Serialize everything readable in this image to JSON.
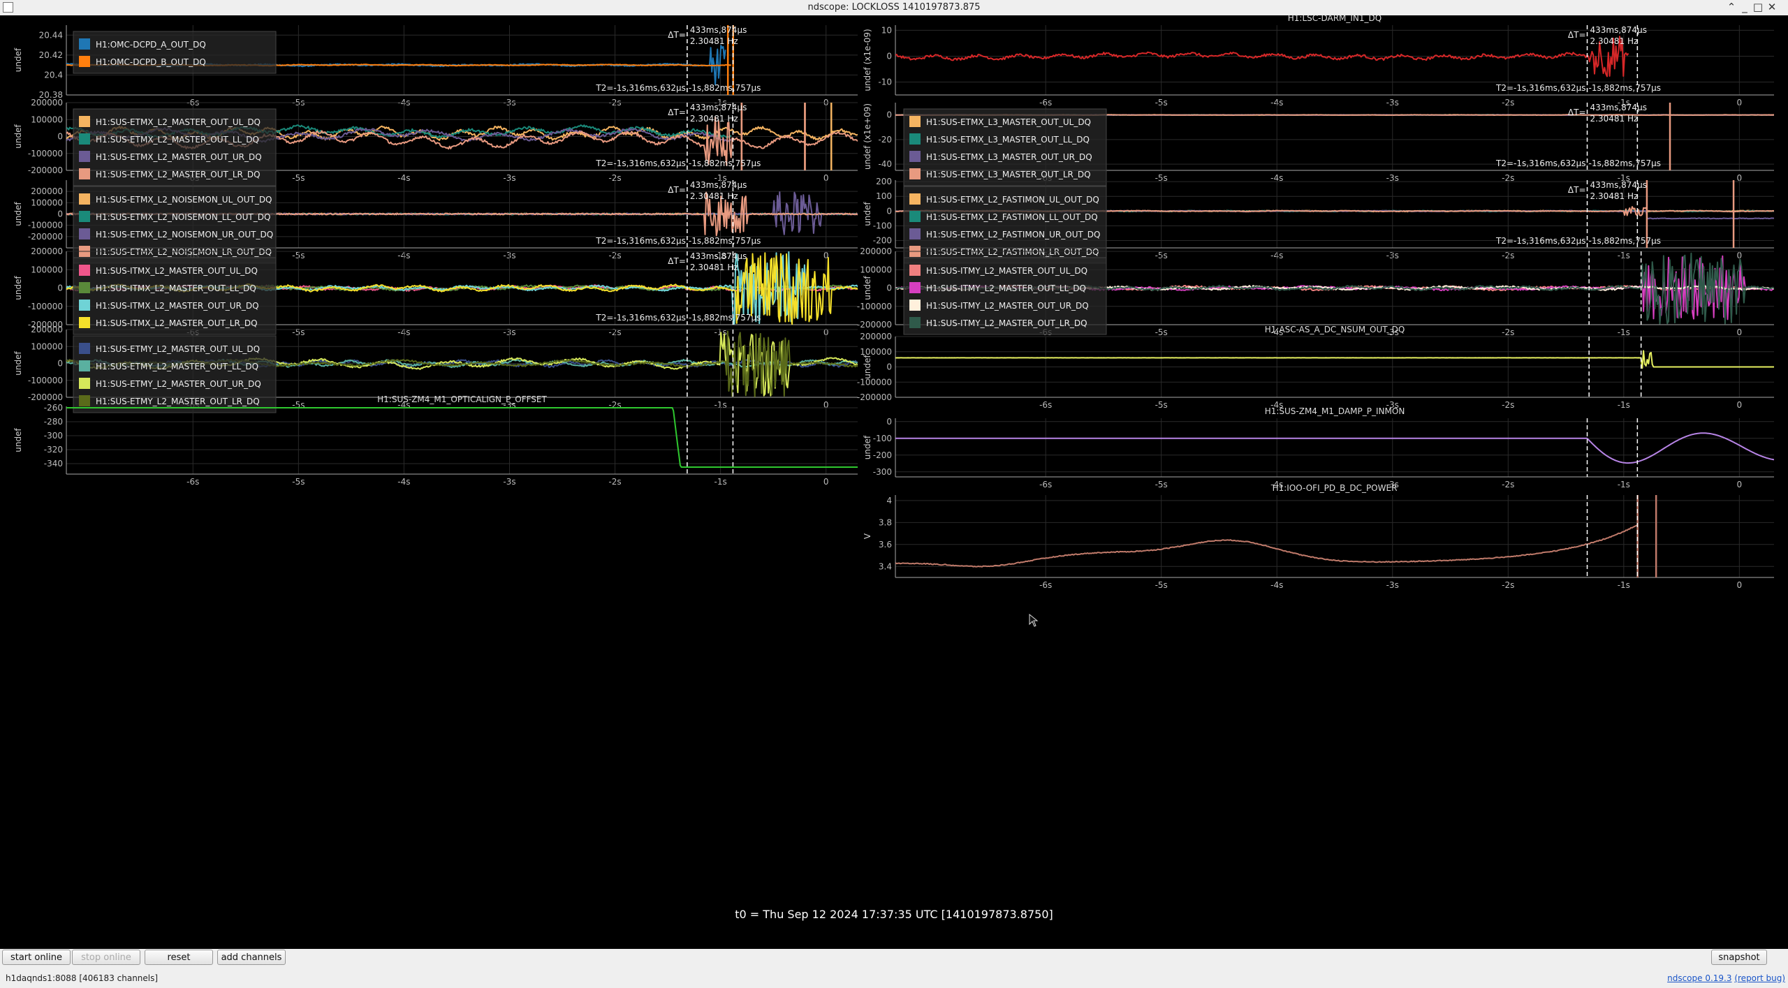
{
  "window": {
    "title": "ndscope: LOCKLOSS 1410197873.875"
  },
  "t0_label": "t0 = Thu Sep 12 2024 17:37:35 UTC [1410197873.8750]",
  "buttons": {
    "start_online": "start online",
    "stop_online": "stop online",
    "reset": "reset",
    "add_channels": "add channels",
    "snapshot": "snapshot"
  },
  "status": {
    "server": "h1daqnds1:8088  [406183 channels]",
    "version_link": "ndscope 0.19.3",
    "report_bug": "(report bug)"
  },
  "colors": {
    "background": "#000000",
    "grid": "#2a2a2a",
    "axis": "#aaaaaa",
    "cursor": "#ffffff"
  },
  "cursor": {
    "dt_label": "ΔT=",
    "dt_time": "433ms,874µs",
    "dt_freq": "2.30481 Hz",
    "t2_label": "T2=-1s,316ms,632µs",
    "t2_tail": "-1s,882ms,757µs"
  },
  "chart_data": [
    {
      "id": "p1",
      "type": "line",
      "title": "",
      "ylabel": "undef",
      "xlim": [
        -7.2,
        0.3
      ],
      "ylim": [
        20.38,
        20.45
      ],
      "yticks": [
        "20.44",
        "20.42",
        "20.4",
        "20.38"
      ],
      "yvals": [
        20.44,
        20.42,
        20.4,
        20.38
      ],
      "xticks": [
        "-6s",
        "-5s",
        "-4s",
        "-3s",
        "-2s",
        "-1s",
        "0"
      ],
      "xvals": [
        -6,
        -5,
        -4,
        -3,
        -2,
        -1,
        0
      ],
      "cursors": [
        -1.316,
        -0.882
      ],
      "cursor_text": "full",
      "series": [
        {
          "name": "H1:OMC-DCPD_A_OUT_DQ",
          "color": "#1f77b4",
          "level": 20.41,
          "amp": 0.0008,
          "noise": 0.0006,
          "end": -0.95,
          "burst": [
            -1.1,
            -0.95,
            0.02
          ]
        },
        {
          "name": "H1:OMC-DCPD_B_OUT_DQ",
          "color": "#ff7f0e",
          "level": 20.41,
          "amp": 0.0004,
          "noise": 0.0003,
          "end": -0.9,
          "spikes": [
            -0.93,
            -0.88
          ]
        }
      ]
    },
    {
      "id": "p2",
      "type": "line",
      "title": "H1:LSC-DARM_IN1_DQ",
      "ylabel": "undef (x1e-09)",
      "xlim": [
        -7.3,
        0.3
      ],
      "ylim": [
        -15,
        12
      ],
      "yticks": [
        "10",
        "0",
        "-10"
      ],
      "yvals": [
        10,
        0,
        -10
      ],
      "xticks": [
        "-6s",
        "-5s",
        "-4s",
        "-3s",
        "-2s",
        "-1s",
        "0"
      ],
      "xvals": [
        -6,
        -5,
        -4,
        -3,
        -2,
        -1,
        0
      ],
      "cursors": [
        -1.316,
        -0.882
      ],
      "cursor_text": "full",
      "series": [
        {
          "name": "",
          "color": "#d62728",
          "level": 0,
          "amp": 1,
          "noise": 0.5,
          "end": -0.95,
          "burst": [
            -1.3,
            -0.95,
            8
          ]
        }
      ]
    },
    {
      "id": "p3",
      "type": "line",
      "title": "",
      "ylabel": "undef",
      "xlim": [
        -7.2,
        0.3
      ],
      "ylim": [
        -200000,
        200000
      ],
      "yticks": [
        "200000",
        "100000",
        "0",
        "-100000",
        "-200000"
      ],
      "yvals": [
        200000,
        100000,
        0,
        -100000,
        -200000
      ],
      "xticks": [
        "-6s",
        "-5s",
        "-4s",
        "-3s",
        "-2s",
        "-1s",
        "0"
      ],
      "xvals": [
        -6,
        -5,
        -4,
        -3,
        -2,
        -1,
        0
      ],
      "cursors": [
        -1.316,
        -0.882
      ],
      "cursor_text": "full",
      "series": [
        {
          "name": "H1:SUS-ETMX_L2_MASTER_OUT_UL_DQ",
          "color": "#f5b461",
          "level": 20000,
          "amp": 30000,
          "noise": 8000,
          "end": 0.3,
          "spikes": [
            -0.8,
            -0.2,
            0.05
          ]
        },
        {
          "name": "H1:SUS-ETMX_L2_MASTER_OUT_LL_DQ",
          "color": "#1a8a7a",
          "level": 30000,
          "amp": 25000,
          "noise": 8000,
          "end": -0.9
        },
        {
          "name": "H1:SUS-ETMX_L2_MASTER_OUT_UR_DQ",
          "color": "#6b5b95",
          "level": 10000,
          "amp": 30000,
          "noise": 8000,
          "end": -0.9
        },
        {
          "name": "H1:SUS-ETMX_L2_MASTER_OUT_LR_DQ",
          "color": "#e89a80",
          "level": -20000,
          "amp": 40000,
          "noise": 8000,
          "end": 0.3,
          "burst": [
            -1.15,
            -0.9,
            150000
          ],
          "spikes": [
            -0.8,
            -0.2
          ]
        }
      ]
    },
    {
      "id": "p4",
      "type": "line",
      "title": "",
      "ylabel": "undef (x1e+09)",
      "xlim": [
        -7.3,
        0.3
      ],
      "ylim": [
        -45,
        10
      ],
      "yticks": [
        "0",
        "-20",
        "-40"
      ],
      "yvals": [
        0,
        -20,
        -40
      ],
      "xticks": [
        "-6s",
        "-5s",
        "-4s",
        "-3s",
        "-2s",
        "-1s",
        "0"
      ],
      "xvals": [
        -6,
        -5,
        -4,
        -3,
        -2,
        -1,
        0
      ],
      "cursors": [
        -1.316,
        -0.882
      ],
      "cursor_text": "full",
      "series": [
        {
          "name": "H1:SUS-ETMX_L3_MASTER_OUT_UL_DQ",
          "color": "#f5b461",
          "level": 0,
          "amp": 0.1,
          "noise": 0.1,
          "end": 0.3
        },
        {
          "name": "H1:SUS-ETMX_L3_MASTER_OUT_LL_DQ",
          "color": "#1a8a7a",
          "level": 0,
          "amp": 0.1,
          "noise": 0.1,
          "end": 0.3
        },
        {
          "name": "H1:SUS-ETMX_L3_MASTER_OUT_UR_DQ",
          "color": "#6b5b95",
          "level": 0,
          "amp": 0.1,
          "noise": 0.1,
          "end": 0.3
        },
        {
          "name": "H1:SUS-ETMX_L3_MASTER_OUT_LR_DQ",
          "color": "#e89a80",
          "level": 0,
          "amp": 0.1,
          "noise": 0.1,
          "end": 0.3,
          "spikes": [
            -0.6
          ]
        }
      ]
    },
    {
      "id": "p5",
      "type": "line",
      "title": "",
      "ylabel": "undef",
      "xlim": [
        -7.2,
        0.3
      ],
      "ylim": [
        -300000,
        300000
      ],
      "yticks": [
        "200000",
        "100000",
        "0",
        "-100000",
        "-200000"
      ],
      "yvals": [
        200000,
        100000,
        0,
        -100000,
        -200000
      ],
      "xticks": [
        "-6s",
        "-5s",
        "-4s",
        "-3s",
        "-2s",
        "-1s",
        "0"
      ],
      "xvals": [
        -6,
        -5,
        -4,
        -3,
        -2,
        -1,
        0
      ],
      "cursors": [
        -1.316,
        -0.882
      ],
      "cursor_text": "full",
      "series": [
        {
          "name": "H1:SUS-ETMX_L2_NOISEMON_UL_OUT_DQ",
          "color": "#f5b461",
          "level": 0,
          "amp": 0,
          "noise": 6000,
          "end": 0.3
        },
        {
          "name": "H1:SUS-ETMX_L2_NOISEMON_LL_OUT_DQ",
          "color": "#1a8a7a",
          "level": 0,
          "amp": 0,
          "noise": 6000,
          "end": 0.3
        },
        {
          "name": "H1:SUS-ETMX_L2_NOISEMON_UR_OUT_DQ",
          "color": "#6b5b95",
          "level": 0,
          "amp": 0,
          "noise": 6000,
          "end": 0.3,
          "burst": [
            -0.5,
            -0.05,
            200000
          ]
        },
        {
          "name": "H1:SUS-ETMX_L2_NOISEMON_LR_OUT_DQ",
          "color": "#e89a80",
          "level": 0,
          "amp": 0,
          "noise": 6000,
          "end": 0.3,
          "burst": [
            -1.15,
            -0.75,
            200000
          ]
        }
      ]
    },
    {
      "id": "p6",
      "type": "line",
      "title": "",
      "ylabel": "undef",
      "xlim": [
        -7.3,
        0.3
      ],
      "ylim": [
        -250,
        210
      ],
      "yticks": [
        "200",
        "100",
        "0",
        "-100",
        "-200"
      ],
      "yvals": [
        200,
        100,
        0,
        -100,
        -200
      ],
      "xticks": [
        "-6s",
        "-5s",
        "-4s",
        "-3s",
        "-2s",
        "-1s",
        "0"
      ],
      "xvals": [
        -6,
        -5,
        -4,
        -3,
        -2,
        -1,
        0
      ],
      "cursors": [
        -1.316,
        -0.882
      ],
      "cursor_text": "full",
      "series": [
        {
          "name": "H1:SUS-ETMX_L2_FASTIMON_UL_OUT_DQ",
          "color": "#f5b461",
          "level": 0,
          "amp": 2,
          "noise": 2,
          "end": 0.3
        },
        {
          "name": "H1:SUS-ETMX_L2_FASTIMON_LL_OUT_DQ",
          "color": "#1a8a7a",
          "level": 0,
          "amp": 2,
          "noise": 2,
          "end": 0.3
        },
        {
          "name": "H1:SUS-ETMX_L2_FASTIMON_UR_OUT_DQ",
          "color": "#6b5b95",
          "level": 0,
          "amp": 2,
          "noise": 2,
          "end": 0.3,
          "step": [
            -0.8,
            -50
          ]
        },
        {
          "name": "H1:SUS-ETMX_L2_FASTIMON_LR_OUT_DQ",
          "color": "#e89a80",
          "level": 0,
          "amp": 2,
          "noise": 2,
          "end": 0.3,
          "burst": [
            -1.0,
            -0.8,
            30
          ],
          "spikes": [
            -0.8,
            -0.05
          ]
        }
      ]
    },
    {
      "id": "p7",
      "type": "line",
      "title": "",
      "ylabel": "undef",
      "xlim": [
        -7.2,
        0.3
      ],
      "ylim": [
        -200000,
        200000
      ],
      "yticks": [
        "200000",
        "100000",
        "0",
        "-100000",
        "-200000"
      ],
      "yvals": [
        200000,
        100000,
        0,
        -100000,
        -200000
      ],
      "xticks": [
        "-6s",
        "-5s",
        "-4s",
        "-3s",
        "-2s",
        "-1s",
        "0"
      ],
      "xvals": [
        -6,
        -5,
        -4,
        -3,
        -2,
        -1,
        0
      ],
      "cursors": [
        -1.316,
        -0.882
      ],
      "cursor_text": "full",
      "series": [
        {
          "name": "H1:SUS-ITMX_L2_MASTER_OUT_UL_DQ",
          "color": "#f0568b",
          "level": 0,
          "amp": 10000,
          "noise": 5000,
          "end": 0.3
        },
        {
          "name": "H1:SUS-ITMX_L2_MASTER_OUT_LL_DQ",
          "color": "#5a8a3a",
          "level": 0,
          "amp": 10000,
          "noise": 5000,
          "end": 0.3
        },
        {
          "name": "H1:SUS-ITMX_L2_MASTER_OUT_UR_DQ",
          "color": "#6fd3d6",
          "level": 0,
          "amp": 10000,
          "noise": 5000,
          "end": 0.3,
          "burst": [
            -0.9,
            -0.2,
            200000
          ]
        },
        {
          "name": "H1:SUS-ITMX_L2_MASTER_OUT_LR_DQ",
          "color": "#f5e02a",
          "level": 0,
          "amp": 15000,
          "noise": 5000,
          "end": 0.3,
          "burst": [
            -0.85,
            0.05,
            200000
          ]
        }
      ]
    },
    {
      "id": "p8",
      "type": "line",
      "title": "",
      "ylabel": "undef",
      "xlim": [
        -7.3,
        0.3
      ],
      "ylim": [
        -200000,
        200000
      ],
      "yticks": [
        "200000",
        "100000",
        "0",
        "-100000",
        "-200000"
      ],
      "yvals": [
        200000,
        100000,
        0,
        -100000,
        -200000
      ],
      "xticks": [
        "-6s",
        "-5s",
        "-4s",
        "-3s",
        "-2s",
        "-1s",
        "0"
      ],
      "xvals": [
        -6,
        -5,
        -4,
        -3,
        -2,
        -1,
        0
      ],
      "cursors": [
        -1.3,
        -0.85
      ],
      "cursor_text": "none",
      "series": [
        {
          "name": "H1:SUS-ITMY_L2_MASTER_OUT_UL_DQ",
          "color": "#f08080",
          "level": 0,
          "amp": 8000,
          "noise": 5000,
          "end": 0.3
        },
        {
          "name": "H1:SUS-ITMY_L2_MASTER_OUT_LL_DQ",
          "color": "#d63fc0",
          "level": 0,
          "amp": 8000,
          "noise": 5000,
          "end": 0.3,
          "burst": [
            -0.85,
            0.05,
            180000
          ]
        },
        {
          "name": "H1:SUS-ITMY_L2_MASTER_OUT_UR_DQ",
          "color": "#fff0dc",
          "level": 0,
          "amp": 8000,
          "noise": 5000,
          "end": 0.3
        },
        {
          "name": "H1:SUS-ITMY_L2_MASTER_OUT_LR_DQ",
          "color": "#2f5a4a",
          "level": 0,
          "amp": 8000,
          "noise": 5000,
          "end": 0.3,
          "burst": [
            -0.85,
            0.05,
            200000
          ]
        }
      ]
    },
    {
      "id": "p9",
      "type": "line",
      "title": "",
      "ylabel": "undef",
      "xlim": [
        -7.2,
        0.3
      ],
      "ylim": [
        -200000,
        200000
      ],
      "yticks": [
        "200000",
        "100000",
        "0",
        "-100000",
        "-200000"
      ],
      "yvals": [
        200000,
        100000,
        0,
        -100000,
        -200000
      ],
      "xticks": [
        "-6s",
        "-5s",
        "-4s",
        "-3s",
        "-2s",
        "-1s",
        "0"
      ],
      "xvals": [
        -6,
        -5,
        -4,
        -3,
        -2,
        -1,
        0
      ],
      "cursors": [
        -1.316,
        -0.882
      ],
      "cursor_text": "none",
      "series": [
        {
          "name": "H1:SUS-ETMY_L2_MASTER_OUT_UL_DQ",
          "color": "#3a4f8a",
          "level": 0,
          "amp": 15000,
          "noise": 6000,
          "end": 0.3
        },
        {
          "name": "H1:SUS-ETMY_L2_MASTER_OUT_LL_DQ",
          "color": "#5ab0a0",
          "level": 0,
          "amp": 15000,
          "noise": 6000,
          "end": 0.3
        },
        {
          "name": "H1:SUS-ETMY_L2_MASTER_OUT_UR_DQ",
          "color": "#d6e85a",
          "level": 0,
          "amp": 25000,
          "noise": 6000,
          "end": 0.3,
          "burst": [
            -1.0,
            -0.35,
            200000
          ]
        },
        {
          "name": "H1:SUS-ETMY_L2_MASTER_OUT_LR_DQ",
          "color": "#5a6a1a",
          "level": 0,
          "amp": 15000,
          "noise": 6000,
          "end": 0.3,
          "burst": [
            -0.95,
            -0.35,
            200000
          ]
        }
      ]
    },
    {
      "id": "p10",
      "type": "line",
      "title": "H1:ASC-AS_A_DC_NSUM_OUT_DQ",
      "ylabel": "undef",
      "xlim": [
        -7.3,
        0.3
      ],
      "ylim": [
        -200000,
        200000
      ],
      "yticks": [
        "200000",
        "100000",
        "0",
        "-100000",
        "-200000"
      ],
      "yvals": [
        200000,
        100000,
        0,
        -100000,
        -200000
      ],
      "xticks": [
        "-6s",
        "-5s",
        "-4s",
        "-3s",
        "-2s",
        "-1s",
        "0"
      ],
      "xvals": [
        -6,
        -5,
        -4,
        -3,
        -2,
        -1,
        0
      ],
      "cursors": [
        -1.3,
        -0.85
      ],
      "cursor_text": "none",
      "series": [
        {
          "name": "",
          "color": "#e6f060",
          "level": 60000,
          "amp": 0,
          "noise": 200,
          "end": 0.3,
          "burst": [
            -0.85,
            -0.75,
            70000
          ],
          "step": [
            -0.78,
            0
          ]
        }
      ]
    },
    {
      "id": "p11",
      "type": "line",
      "title": "H1:SUS-ZM4_M1_OPTICALIGN_P_OFFSET",
      "ylabel": "undef",
      "xlim": [
        -7.2,
        0.3
      ],
      "ylim": [
        -355,
        -258
      ],
      "yticks": [
        "-260",
        "-280",
        "-300",
        "-320",
        "-340"
      ],
      "yvals": [
        -260,
        -280,
        -300,
        -320,
        -340
      ],
      "xticks": [
        "-6s",
        "-5s",
        "-4s",
        "-3s",
        "-2s",
        "-1s",
        "0"
      ],
      "xvals": [
        -6,
        -5,
        -4,
        -3,
        -2,
        -1,
        0
      ],
      "cursors": [
        -1.316,
        -0.882
      ],
      "cursor_text": "none",
      "series": [
        {
          "name": "",
          "color": "#2fc82f",
          "level": -260,
          "amp": 0,
          "noise": 0,
          "end": 0.3,
          "ramp": [
            -1.45,
            -1.38,
            -345
          ]
        }
      ]
    },
    {
      "id": "p12",
      "type": "line",
      "title": "H1:SUS-ZM4_M1_DAMP_P_INMON",
      "ylabel": "undef",
      "xlim": [
        -7.3,
        0.3
      ],
      "ylim": [
        -330,
        20
      ],
      "yticks": [
        "0",
        "-100",
        "-200",
        "-300"
      ],
      "yvals": [
        0,
        -100,
        -200,
        -300
      ],
      "xticks": [
        "-6s",
        "-5s",
        "-4s",
        "-3s",
        "-2s",
        "-1s",
        "0"
      ],
      "xvals": [
        -6,
        -5,
        -4,
        -3,
        -2,
        -1,
        0
      ],
      "cursors": [
        -1.316,
        -0.882
      ],
      "cursor_text": "none",
      "series": [
        {
          "name": "",
          "color": "#b784e6",
          "level": -100,
          "amp": 0,
          "noise": 0,
          "end": 0.3,
          "osc": [
            -1.316,
            50,
            0.75,
            0.6
          ]
        }
      ]
    },
    {
      "id": "p13",
      "type": "line",
      "title": "H1:IOO-OFI_PD_B_DC_POWER",
      "ylabel": "V",
      "xlim": [
        -7.3,
        0.3
      ],
      "ylim": [
        3.3,
        4.05
      ],
      "yticks": [
        "4",
        "3.8",
        "3.6",
        "3.4"
      ],
      "yvals": [
        4,
        3.8,
        3.6,
        3.4
      ],
      "xticks": [
        "-6s",
        "-5s",
        "-4s",
        "-3s",
        "-2s",
        "-1s",
        "0"
      ],
      "xvals": [
        -6,
        -5,
        -4,
        -3,
        -2,
        -1,
        0
      ],
      "cursors": [
        -1.316,
        -0.882
      ],
      "cursor_text": "none",
      "series": [
        {
          "name": "",
          "color": "#c07a6a",
          "level": 3.5,
          "amp": 0,
          "noise": 0.004,
          "end": -0.88,
          "curve": true,
          "spikes": [
            -0.88,
            -0.72
          ]
        }
      ]
    }
  ]
}
